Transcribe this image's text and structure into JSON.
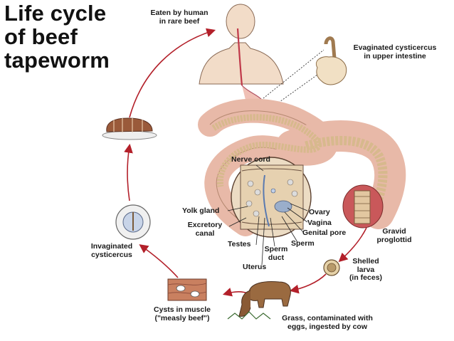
{
  "title": "Life cycle\nof beef\ntapeworm",
  "labels": {
    "eaten_by_human": "Eaten by human\nin rare beef",
    "evaginated_cysticercus": "Evaginated cysticercus\nin upper intestine",
    "nerve_cord": "Nerve cord",
    "yolk_gland": "Yolk gland",
    "excretory_canal": "Excretory\ncanal",
    "testes": "Testes",
    "uterus": "Uterus",
    "sperm_duct": "Sperm\nduct",
    "sperm": "Sperm",
    "genital_pore": "Genital pore",
    "vagina": "Vagina",
    "ovary": "Ovary",
    "gravid_proglottid": "Gravid\nproglottid",
    "shelled_larva": "Shelled\nlarva\n(in feces)",
    "grass_eggs": "Grass, contaminated with\neggs, ingested by cow",
    "cysts_in_muscle": "Cysts in muscle\n(\"measly beef\")",
    "invaginated_cysticercus": "Invaginated\ncysticercus"
  },
  "colors": {
    "arrow": "#b3202a",
    "flesh": "#f2dcc8",
    "intestine": "#e8b9a8",
    "worm": "#d7b98d",
    "cow": "#9a6a40"
  }
}
